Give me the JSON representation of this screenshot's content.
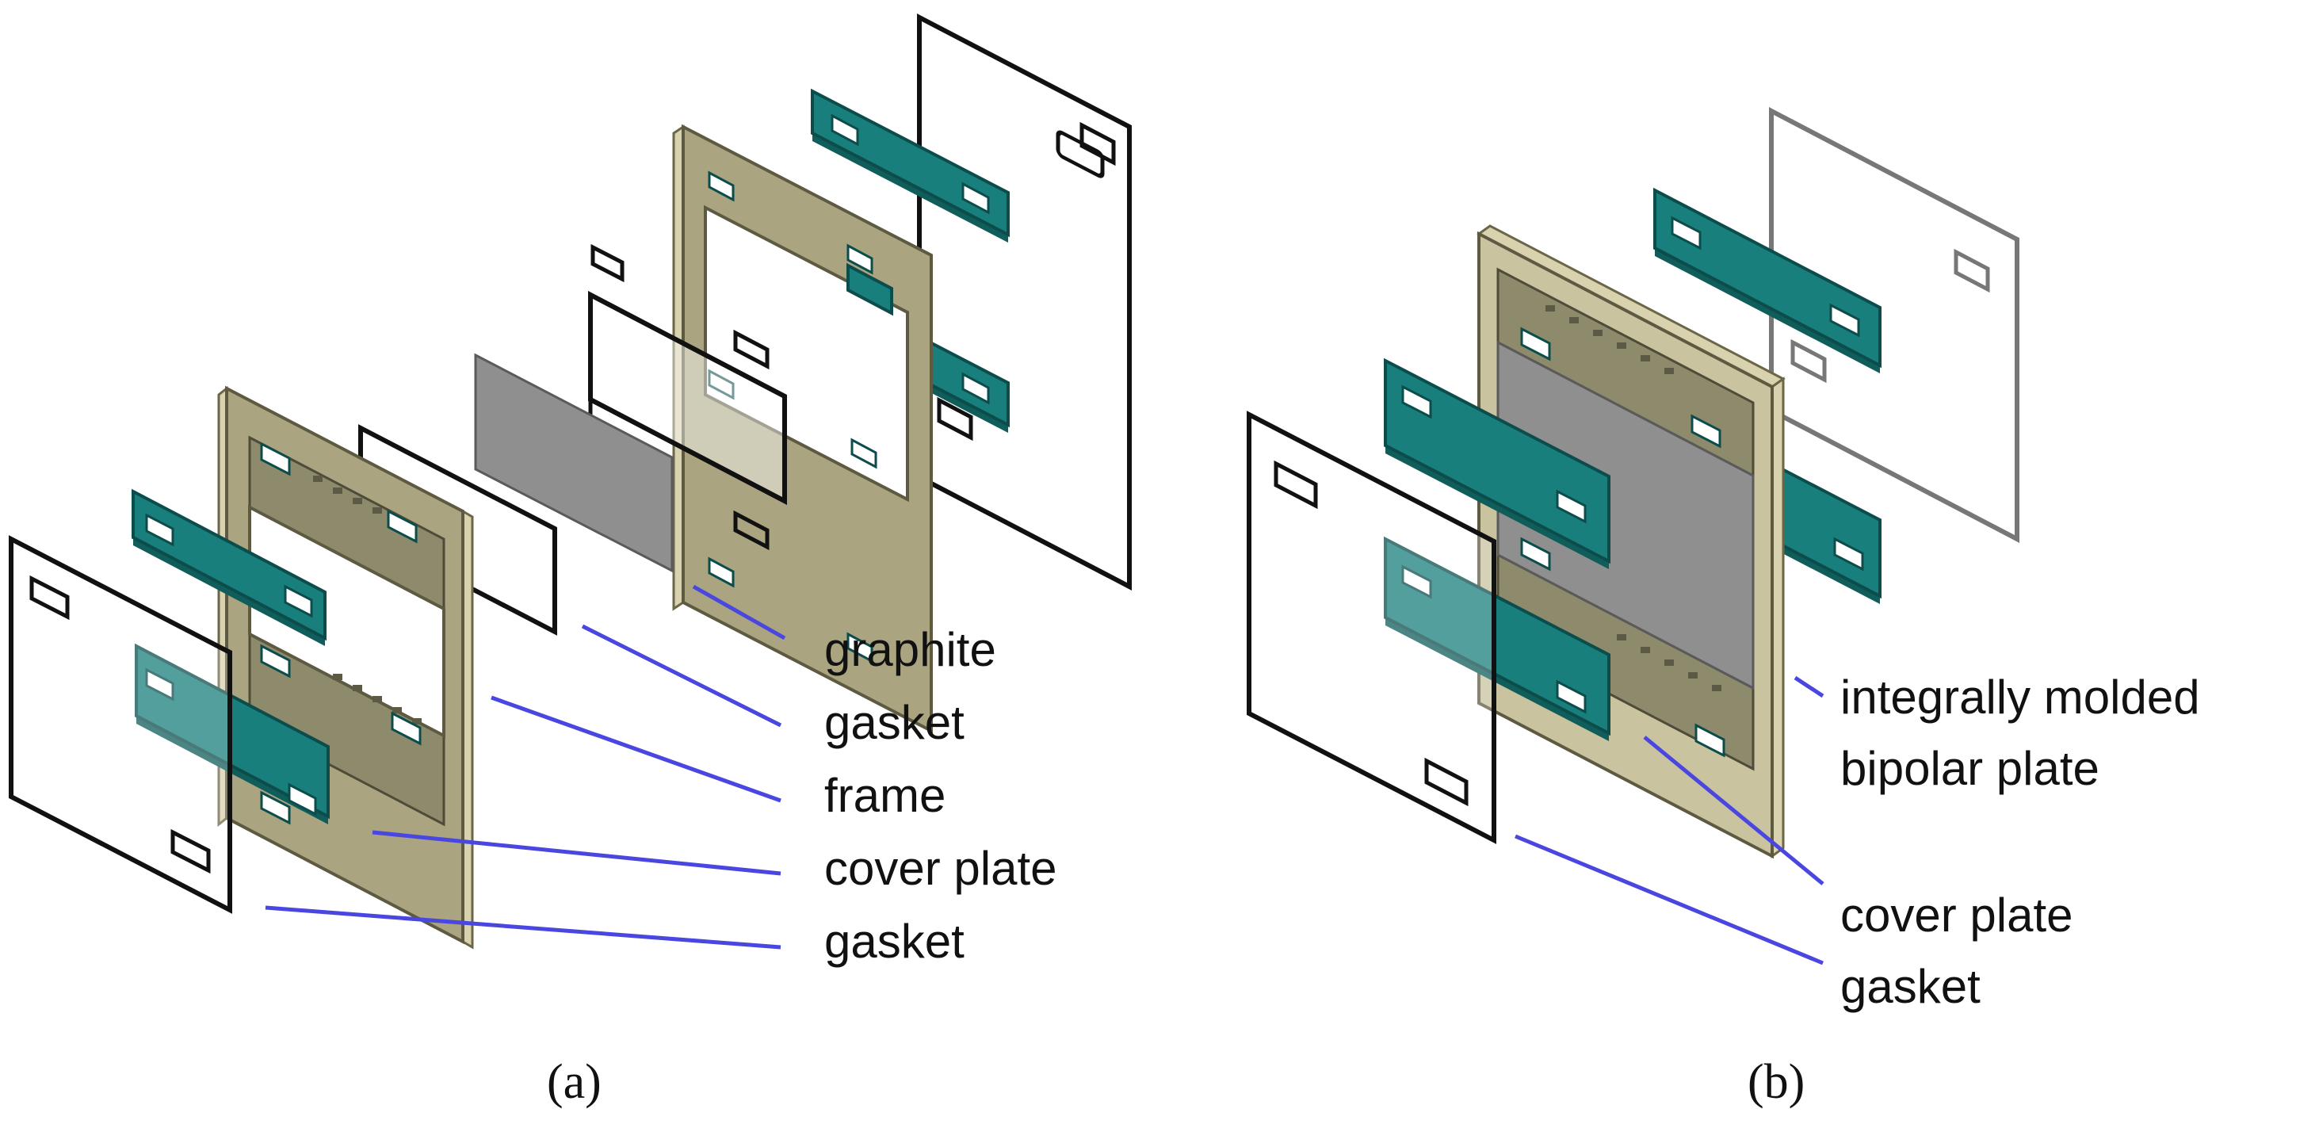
{
  "panel_a": {
    "caption": "(a)",
    "labels": {
      "graphite": "graphite",
      "gasket_upper": "gasket",
      "frame": "frame",
      "cover_plate": "cover plate",
      "gasket_lower": "gasket"
    }
  },
  "panel_b": {
    "caption": "(b)",
    "labels": {
      "bipolar_line1": "integrally molded",
      "bipolar_line2": "bipolar plate",
      "cover_plate": "cover plate",
      "gasket": "gasket"
    }
  },
  "colors": {
    "leader_line": "#4a46e0",
    "cover_plate": "#187f7d",
    "frame": "#aaa480",
    "graphite": "#8f8f8f",
    "gasket_outline": "#111111"
  }
}
